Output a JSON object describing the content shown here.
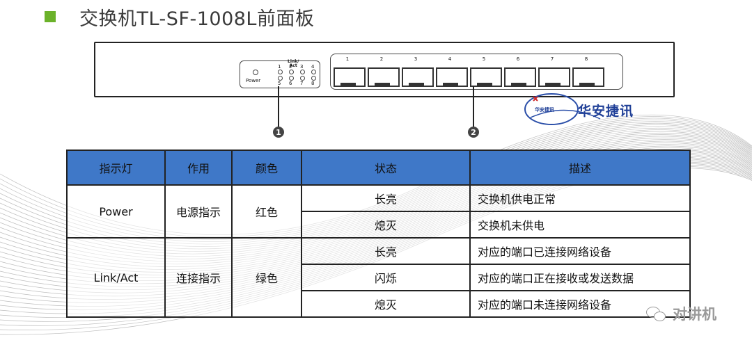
{
  "title": "交换机TL-SF-1008L前面板",
  "panel": {
    "power_label": "Power",
    "linkact_label": "Link/\nAct",
    "led_numbers": [
      "1",
      "2",
      "3",
      "4",
      "5",
      "6",
      "7",
      "8"
    ],
    "port_labels": [
      "1",
      "2",
      "3",
      "4",
      "5",
      "6",
      "7",
      "8"
    ],
    "callouts": [
      "1",
      "2"
    ]
  },
  "logo": {
    "name": "华安捷讯",
    "small": "华安捷讯"
  },
  "table": {
    "headers": [
      "指示灯",
      "作用",
      "颜色",
      "状态",
      "描述"
    ],
    "groups": [
      {
        "indicator": "Power",
        "function": "电源指示",
        "color": "红色",
        "rows": [
          {
            "state": "长亮",
            "desc": "交换机供电正常"
          },
          {
            "state": "熄灭",
            "desc": "交换机未供电"
          }
        ]
      },
      {
        "indicator": "Link/Act",
        "function": "连接指示",
        "color": "绿色",
        "rows": [
          {
            "state": "长亮",
            "desc": "对应的端口已连接网络设备"
          },
          {
            "state": "闪烁",
            "desc": "对应的端口正在接收或发送数据"
          },
          {
            "state": "熄灭",
            "desc": "对应的端口未连接网络设备"
          }
        ]
      }
    ]
  },
  "watermark": "对讲机",
  "colors": {
    "accent": "#6bb22a",
    "header_bg": "#3f78c8",
    "logo_blue": "#1f3f97"
  }
}
